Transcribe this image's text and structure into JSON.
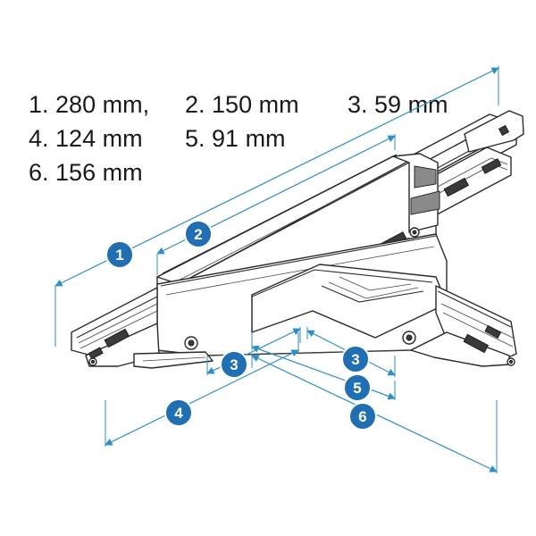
{
  "legend": [
    [
      "1. 280 mm,",
      "2. 150 mm",
      "3. 59 mm"
    ],
    [
      "4. 124 mm",
      "5. 91 mm"
    ],
    [
      "6. 156 mm"
    ]
  ],
  "badges": {
    "b1": "1",
    "b2": "2",
    "b3a": "3",
    "b3b": "3",
    "b4": "4",
    "b5": "5",
    "b6": "6"
  },
  "colors": {
    "dimension": "#2e8fc6",
    "badge": "#1f6fb2",
    "outline": "#2a2a2a"
  }
}
